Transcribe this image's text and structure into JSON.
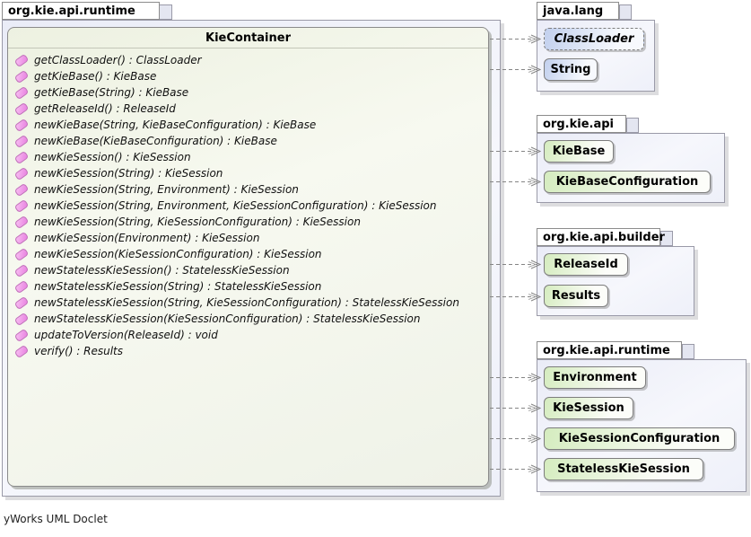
{
  "footer": {
    "credit": "yWorks UML Doclet"
  },
  "main_package": {
    "name": "org.kie.api.runtime",
    "class": {
      "name": "KieContainer",
      "methods": [
        "getClassLoader() : ClassLoader",
        "getKieBase() : KieBase",
        "getKieBase(String) : KieBase",
        "getReleaseId() : ReleaseId",
        "newKieBase(String, KieBaseConfiguration) : KieBase",
        "newKieBase(KieBaseConfiguration) : KieBase",
        "newKieSession() : KieSession",
        "newKieSession(String) : KieSession",
        "newKieSession(String, Environment) : KieSession",
        "newKieSession(String, Environment, KieSessionConfiguration) : KieSession",
        "newKieSession(String, KieSessionConfiguration) : KieSession",
        "newKieSession(Environment) : KieSession",
        "newKieSession(KieSessionConfiguration) : KieSession",
        "newStatelessKieSession() : StatelessKieSession",
        "newStatelessKieSession(String) : StatelessKieSession",
        "newStatelessKieSession(String, KieSessionConfiguration) : StatelessKieSession",
        "newStatelessKieSession(KieSessionConfiguration) : StatelessKieSession",
        "updateToVersion(ReleaseId) : void",
        "verify() : Results"
      ]
    }
  },
  "packages": [
    {
      "name": "java.lang",
      "classes": [
        {
          "label": "ClassLoader",
          "kind": "abstract-class"
        },
        {
          "label": "String",
          "kind": "class"
        }
      ]
    },
    {
      "name": "org.kie.api",
      "classes": [
        {
          "label": "KieBase",
          "kind": "interface"
        },
        {
          "label": "KieBaseConfiguration",
          "kind": "interface"
        }
      ]
    },
    {
      "name": "org.kie.api.builder",
      "classes": [
        {
          "label": "ReleaseId",
          "kind": "interface"
        },
        {
          "label": "Results",
          "kind": "interface"
        }
      ]
    },
    {
      "name": "org.kie.api.runtime",
      "classes": [
        {
          "label": "Environment",
          "kind": "interface"
        },
        {
          "label": "KieSession",
          "kind": "interface"
        },
        {
          "label": "KieSessionConfiguration",
          "kind": "interface"
        },
        {
          "label": "StatelessKieSession",
          "kind": "interface"
        }
      ]
    }
  ],
  "colors": {
    "package_fill": "#eaecf7",
    "interface_fill": "#d5ecbf",
    "class_fill": "#c2d0ee",
    "container_fill": "#edf1e1",
    "method_icon": "#e87fe0",
    "edge": "#858585"
  }
}
